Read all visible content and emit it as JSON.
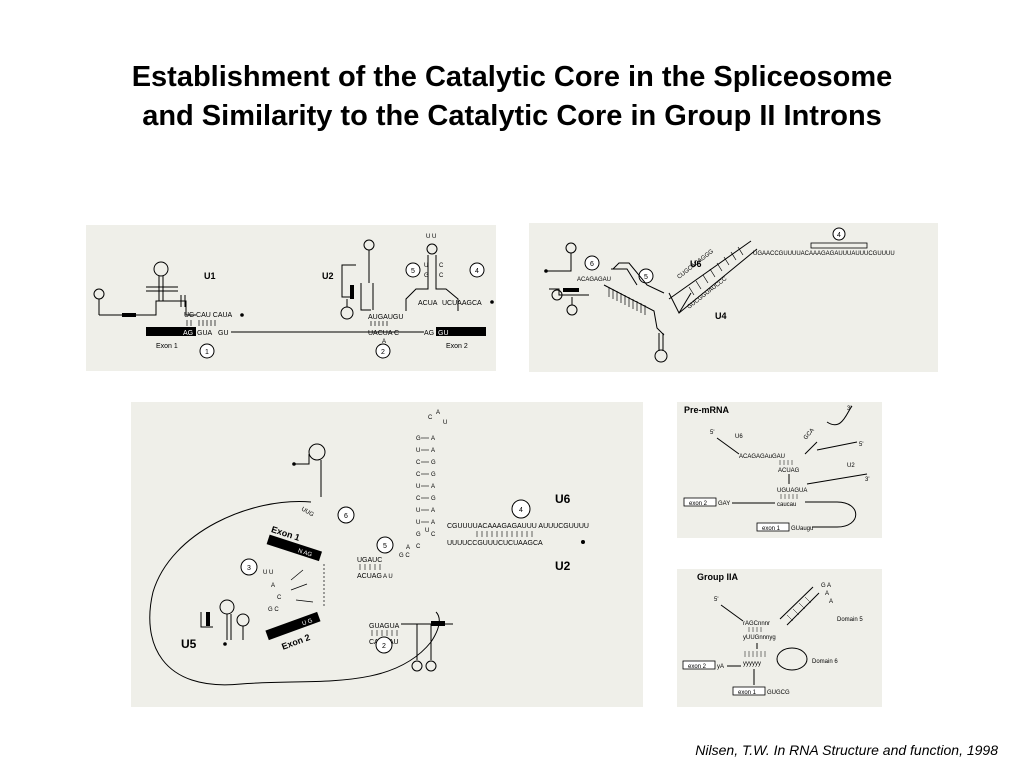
{
  "slide": {
    "title_line1": "Establishment of the Catalytic Core in the Spliceosome",
    "title_line2": "and Similarity to the Catalytic Core in Group II Introns",
    "citation": "Nilsen, T.W.  In RNA Structure and function, 1998"
  },
  "panel1": {
    "u1": "U1",
    "u2": "U2",
    "exon1": "Exon 1",
    "exon2": "Exon 2",
    "seq_u1": "UC CAU  CAUA",
    "seq_ss5": "GUA",
    "seq_ss5_tail": "GU",
    "seq_ag": "AG",
    "seq_u2": "AUGAUGU",
    "seq_bp": "UACUA C",
    "seq_u2_b": "ACUA",
    "seq_u2_c": "UCUAAGCA",
    "seq_ag3": "AG",
    "seq_gu3": "GU",
    "n1": "1",
    "n2": "2",
    "n5": "5",
    "n4": "4"
  },
  "panel2": {
    "u6": "U6",
    "u4": "U4",
    "seq_top": "UGAACCGUUUUACAAAGAGAUUUAUUUCGUUUU",
    "seq_u6": "ACAGAGAU",
    "n6": "6",
    "n5": "5",
    "n4": "4"
  },
  "panel3": {
    "u6": "U6",
    "u2": "U2",
    "u5": "U5",
    "exon1": "Exon 1",
    "exon2": "Exon 2",
    "seq_u6": "CGUUUUACAAAGAGAUUU AUUUCGUUUU",
    "seq_u2": "UUUUCCGUUUCUCUAAGCA",
    "seq_core1": "UGAUC",
    "seq_core2": "ACUAG",
    "seq_gua": "GUAGUA",
    "seq_cau": "CAUCAU",
    "nag": "N AG",
    "ug": "U G",
    "n6": "6",
    "n5": "5",
    "n4": "4",
    "n3": "3",
    "n2": "2"
  },
  "panel4": {
    "label": "Pre-mRNA",
    "u6": "U6",
    "u2": "U2",
    "seq1": "ACAGAGAuGAU",
    "seq2": "ACUAG",
    "seq3": "UGUAGUA",
    "seq4": "caucau",
    "exon2": "exon 2",
    "gay": "GAY",
    "exon1": "exon 1",
    "guaugu": "GUaugu",
    "p5": "5'",
    "p3": "3'"
  },
  "panel5": {
    "label": "Group IIA",
    "domain5": "Domain 5",
    "domain6": "Domain 6",
    "seq1": "rAGCnnnr",
    "seq2": "yUUGnnnyg",
    "seq3": "yyyyyy",
    "exon2": "exon 2",
    "ya": "yA",
    "exon1": "exon 1",
    "gugcg": "GUGCG",
    "p5": "5'"
  }
}
